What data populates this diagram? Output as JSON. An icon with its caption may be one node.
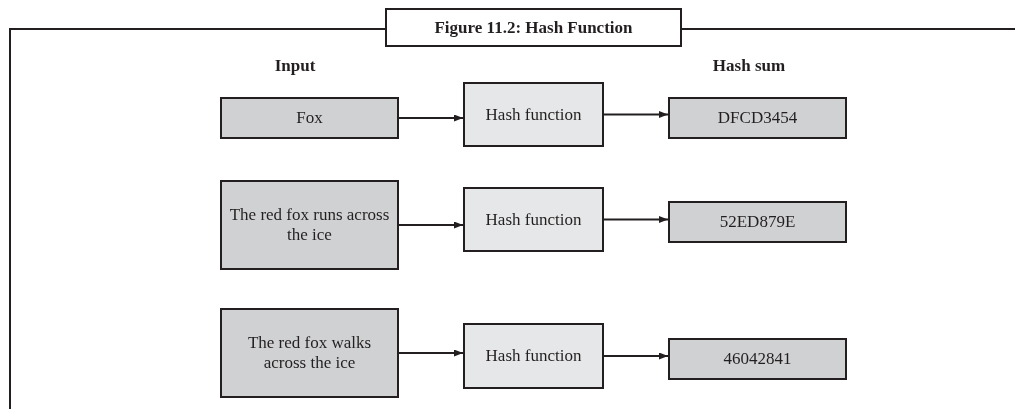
{
  "diagram": {
    "title": "Figure 11.2: Hash Function",
    "nodes": [
      {
        "text": [
          "Fox"
        ]
      },
      {
        "text": [
          "Hash function"
        ]
      },
      {
        "text": [
          "DFCD3454"
        ]
      },
      {
        "text": [
          "The red fox runs across the ice"
        ]
      },
      {
        "text": [
          "Hash function"
        ]
      },
      {
        "text": [
          "52ED879E"
        ]
      },
      {
        "text": [
          "The red fox walks across the ice"
        ]
      },
      {
        "text": [
          "Hash function"
        ]
      },
      {
        "text": [
          "46042841"
        ]
      }
    ],
    "edges": [
      {
        "from": 0,
        "to": 1,
        "arrow": "to"
      },
      {
        "from": 1,
        "to": 2,
        "arrow": "to"
      },
      {
        "from": 3,
        "to": 4,
        "arrow": "to"
      },
      {
        "from": 4,
        "to": 5,
        "arrow": "to"
      },
      {
        "from": 6,
        "to": 7,
        "arrow": "to"
      },
      {
        "from": 7,
        "to": 8,
        "arrow": "to"
      }
    ],
    "labels": [
      "Input",
      "Hash sum"
    ]
  }
}
